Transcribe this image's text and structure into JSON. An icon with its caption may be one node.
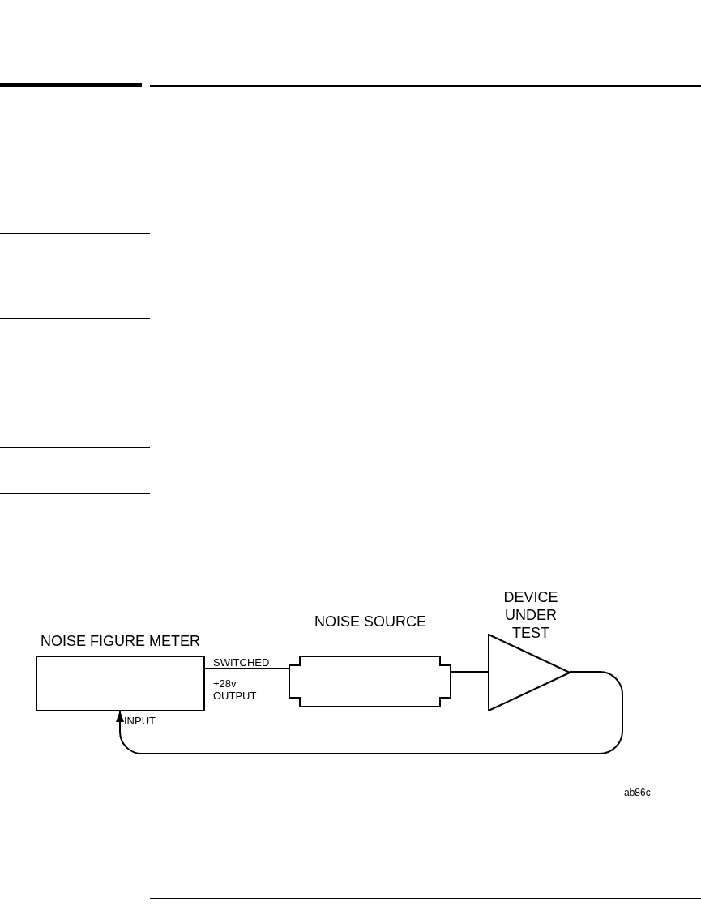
{
  "diagram": {
    "nodes": [
      {
        "text": [
          "NOISE FIGURE METER"
        ]
      },
      {
        "text": [
          "NOISE SOURCE"
        ]
      },
      {
        "text": [
          "DEVICE UNDER TEST"
        ]
      }
    ],
    "edges": [
      {
        "from": 0,
        "to": 1,
        "arrow": "none"
      },
      {
        "from": 1,
        "to": 2,
        "arrow": "none"
      },
      {
        "from": 2,
        "to": 0,
        "arrow": "to"
      }
    ],
    "labels": [
      "SWITCHED",
      "+28v OUTPUT",
      "INPUT",
      "ab86c"
    ]
  }
}
